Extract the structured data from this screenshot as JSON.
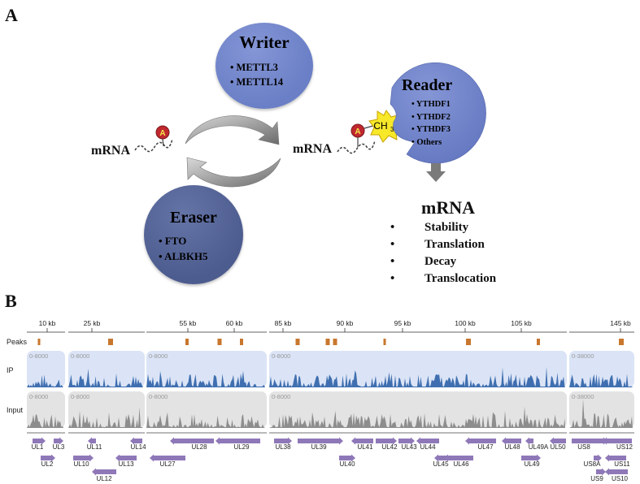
{
  "panel_a": {
    "letter": "A",
    "writer": {
      "title": "Writer",
      "items": [
        "METTL3",
        "METTL14"
      ]
    },
    "eraser": {
      "title": "Eraser",
      "items": [
        "FTO",
        "ALBKH5"
      ]
    },
    "reader": {
      "title": "Reader",
      "items": [
        "YTHDF1",
        "YTHDF2",
        "YTHDF3",
        "Others"
      ]
    },
    "mrna_left": "mRNA",
    "mrna_right": "mRNA",
    "adenosine": "A",
    "methyl": "CH",
    "methyl_sub": "3",
    "outcome": {
      "title": "mRNA",
      "items": [
        "Stability",
        "Translation",
        "Decay",
        "Translocation"
      ]
    },
    "colors": {
      "circle_fill": "#6a7fc6",
      "eraser_fill": "#4d5c8f",
      "adenosine": "#c0282e",
      "methyl": "#f7e82a"
    }
  },
  "panel_b": {
    "letter": "B",
    "ticks": [
      "10 kb",
      "25 kb",
      "55 kb",
      "60 kb",
      "85 kb",
      "90 kb",
      "95 kb",
      "100 kb",
      "105 kb",
      "145 kb"
    ],
    "row_labels": {
      "peaks": "Peaks",
      "ip": "IP",
      "input": "Input"
    },
    "scales": {
      "ip": [
        "0-8000",
        "0-8000",
        "0-8000",
        "0-8000",
        "0-38000"
      ],
      "input": [
        "0-8000",
        "0-8000",
        "0-8000",
        "0-8000",
        "0-38000"
      ]
    },
    "genes": [
      "UL1",
      "UL3",
      "UL2",
      "UL11",
      "UL14",
      "UL10",
      "UL13",
      "UL12",
      "UL28",
      "UL29",
      "UL27",
      "UL38",
      "UL39",
      "UL41",
      "UL42",
      "UL43",
      "UL44",
      "UL47",
      "UL48",
      "UL49A",
      "UL50",
      "UL40",
      "UL45",
      "UL46",
      "UL49",
      "US8",
      "US12",
      "US8A",
      "US11",
      "US9",
      "US10"
    ],
    "colors": {
      "ip": "#3f6fb0",
      "ip_bg": "#dbe4f6",
      "input": "#8d8d8d",
      "input_bg": "#e3e3e3",
      "peak": "#c8772e",
      "gene": "#8f78b8"
    }
  }
}
